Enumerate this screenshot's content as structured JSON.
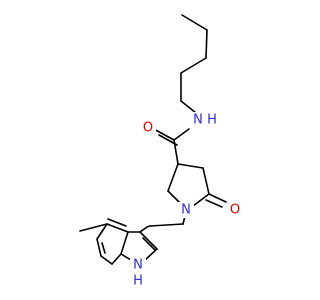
{
  "molecule": {
    "atoms": {
      "amide_n": "N",
      "amide_h": "H",
      "carbonyl_o_amide": "O",
      "ring_n": "N",
      "lactam_o": "O",
      "indole_n": "N",
      "indole_h": "H"
    },
    "colors": {
      "bond": "#000000",
      "nitrogen": "#2f2fd8",
      "oxygen": "#e00000",
      "background": "#ffffff"
    }
  }
}
